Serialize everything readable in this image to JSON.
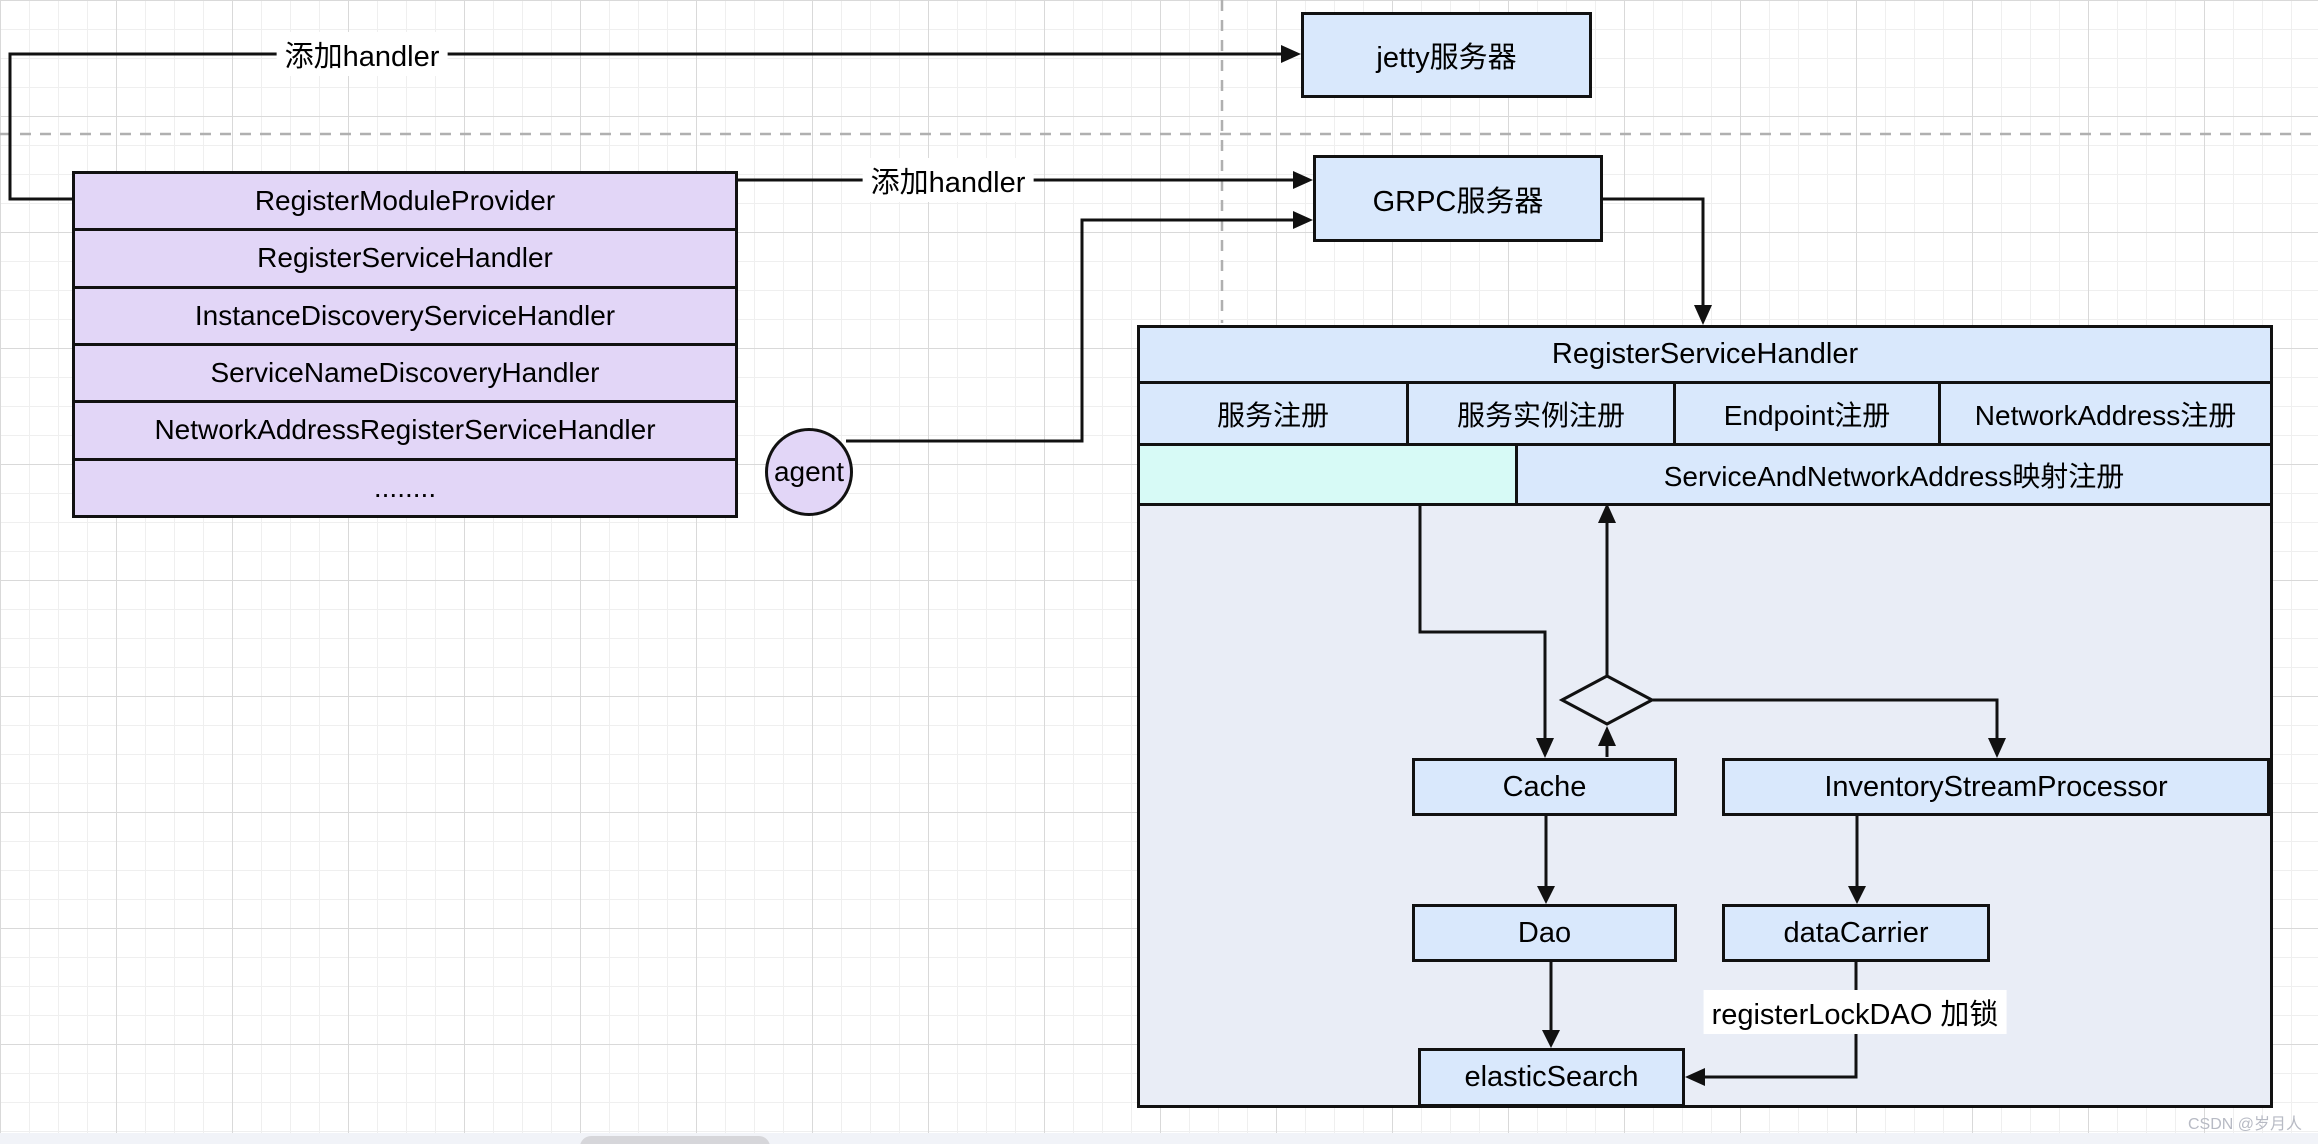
{
  "colors": {
    "purple-fill": "#e2d6f7",
    "blue-fill": "#d9e8fc",
    "cyan-fill": "#d7faf6",
    "panel-fill": "#e9edf6",
    "stroke": "#111111",
    "dashed-line": "#b0b0b0",
    "watermark": "#b7bac4",
    "bottom-band": "#f1f3f8",
    "scrollbar": "#d6d6da"
  },
  "provider_stack": {
    "rows": [
      "RegisterModuleProvider",
      "RegisterServiceHandler",
      "InstanceDiscoveryServiceHandler",
      "ServiceNameDiscoveryHandler",
      "NetworkAddressRegisterServiceHandler",
      "........"
    ]
  },
  "nodes": {
    "agent": "agent",
    "jetty_server": "jetty服务器",
    "grpc_server": "GRPC服务器",
    "cache": "Cache",
    "inventory_stream_processor": "InventoryStreamProcessor",
    "dao": "Dao",
    "data_carrier": "dataCarrier",
    "elastic_search": "elasticSearch"
  },
  "handler_panel": {
    "title": "RegisterServiceHandler",
    "tabs": [
      "服务注册",
      "服务实例注册",
      "Endpoint注册",
      "NetworkAddress注册"
    ],
    "mapping_cell": "ServiceAndNetworkAddress映射注册"
  },
  "edge_labels": {
    "add_handler_jetty": "添加handler",
    "add_handler_grpc": "添加handler",
    "register_lock": "registerLockDAO 加锁"
  },
  "watermark": "CSDN @岁月人"
}
